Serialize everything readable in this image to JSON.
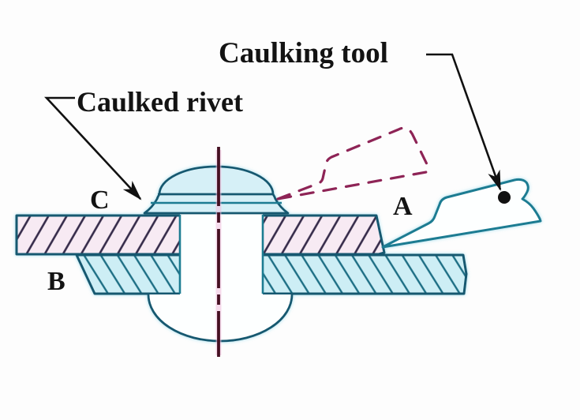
{
  "figure": {
    "labels": {
      "caulking_tool": "Caulking tool",
      "caulked_rivet": "Caulked rivet",
      "point_a": "A",
      "point_b": "B",
      "point_c": "C"
    },
    "colors": {
      "outline_teal": "#1a7b92",
      "edge_dark": "#15586f",
      "plate_lower_fill": "#cdeef5",
      "plate_upper_fill": "#f7eaf3",
      "hatch_upper": "#352b4a",
      "hatch_lower": "#1e6e84",
      "rivet_head_fill": "#d6f0f7",
      "phantom_dash": "#8e2456",
      "centerline": "#451022",
      "centerline_glow": "#f2bede",
      "leader_black": "#111111"
    }
  }
}
